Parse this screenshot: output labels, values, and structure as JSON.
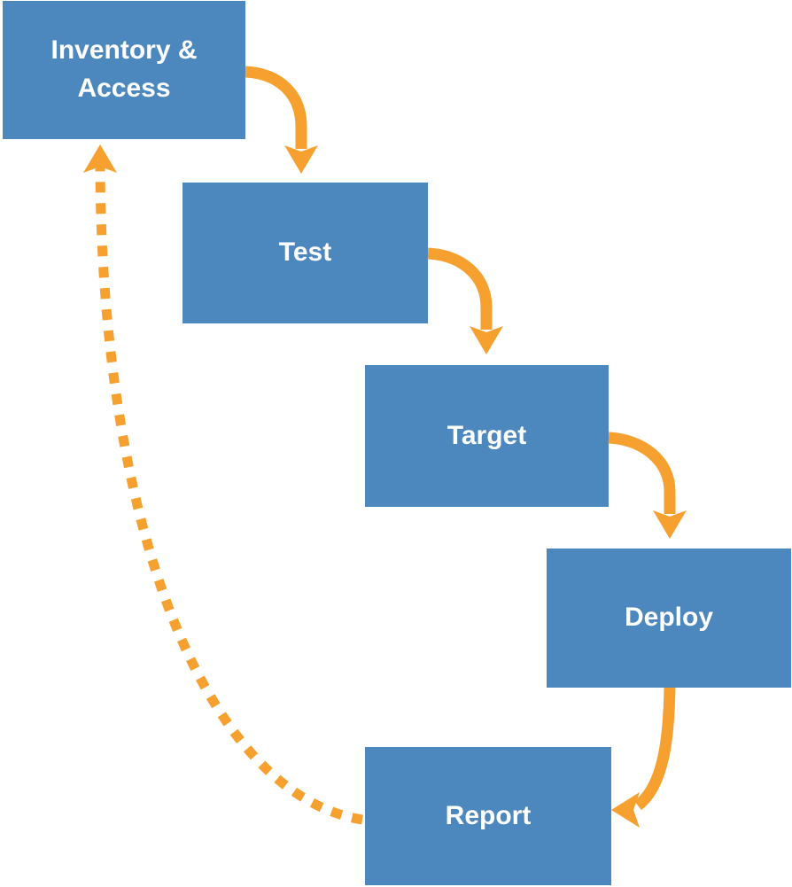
{
  "diagram": {
    "nodes": [
      {
        "id": "inventory-access",
        "label": "Inventory &\nAccess"
      },
      {
        "id": "test",
        "label": "Test"
      },
      {
        "id": "target",
        "label": "Target"
      },
      {
        "id": "deploy",
        "label": "Deploy"
      },
      {
        "id": "report",
        "label": "Report"
      }
    ],
    "connections": [
      {
        "from": "Inventory & Access",
        "to": "Test",
        "style": "solid"
      },
      {
        "from": "Test",
        "to": "Target",
        "style": "solid"
      },
      {
        "from": "Target",
        "to": "Deploy",
        "style": "solid"
      },
      {
        "from": "Deploy",
        "to": "Report",
        "style": "solid"
      },
      {
        "from": "Report",
        "to": "Inventory & Access",
        "style": "dashed"
      }
    ],
    "colors": {
      "node_fill": "#4C87BE",
      "node_text": "#FFFFFF",
      "arrow": "#F5A02F"
    }
  }
}
